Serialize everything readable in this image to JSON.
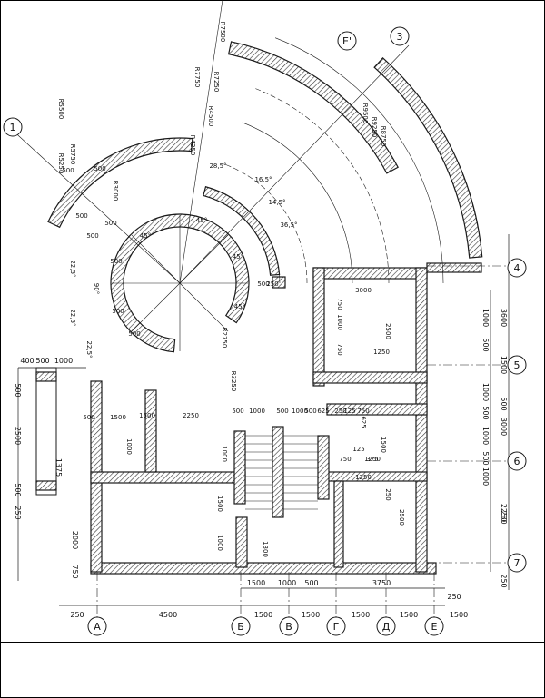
{
  "drawing": {
    "colors": {
      "ink": "#1a1a1a",
      "paper": "#ffffff",
      "hatch": "#444444"
    },
    "axis_labels_numeric": [
      "1",
      "3",
      "4",
      "5",
      "6",
      "7"
    ],
    "axis_label_e_prime": "Е'",
    "axis_labels_letter": [
      "А",
      "Б",
      "В",
      "Г",
      "Д",
      "Е"
    ],
    "radii": [
      "R7500",
      "R7750",
      "R7250",
      "R4500",
      "R4250",
      "R3000",
      "R5500",
      "R5750",
      "R5250",
      "R2750",
      "R3250",
      "R9500",
      "R9250",
      "R8750"
    ],
    "angles": [
      "45°",
      "45°",
      "45°",
      "45°",
      "90°",
      "22,5°",
      "22,5°",
      "22,5°",
      "28,5°",
      "16,5°",
      "14,5°",
      "36,5°"
    ],
    "bottom_dims": [
      "250",
      "4500",
      "1500",
      "1500",
      "1500",
      "1500",
      "1500",
      "250"
    ],
    "bottom_dims_inner": [
      "1500",
      "1000",
      "500",
      "3750"
    ],
    "right_dims_outer": [
      "250",
      "3600",
      "1500",
      "500",
      "3000",
      "2250",
      "250"
    ],
    "right_dims_inner": [
      "1000",
      "500",
      "1000",
      "500",
      "1000",
      "500",
      "1000"
    ],
    "left_dims": [
      "400",
      "500",
      "1000",
      "500",
      "2500",
      "1375",
      "500",
      "250",
      "2000",
      "750"
    ],
    "room_dims": [
      "3000",
      "2500",
      "1250",
      "750",
      "1000",
      "750",
      "250",
      "1500",
      "2250",
      "500",
      "1000",
      "500",
      "1000",
      "500",
      "625",
      "250",
      "125",
      "750",
      "1500",
      "1250",
      "625",
      "1000",
      "1250",
      "1500",
      "1300",
      "1000",
      "1500",
      "1000",
      "2500",
      "750",
      "375",
      "125",
      "250",
      "500",
      "500",
      "500",
      "500",
      "500",
      "500",
      "500",
      "500",
      "500",
      "500"
    ]
  }
}
